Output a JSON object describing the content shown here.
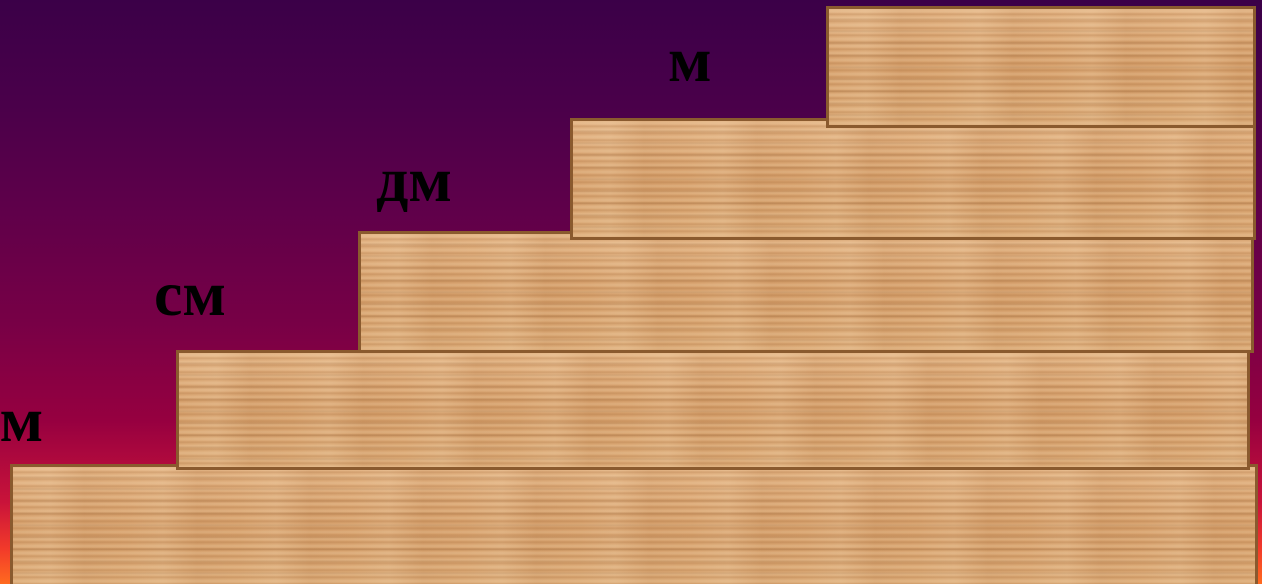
{
  "steps": [
    {
      "unit": "м"
    },
    {
      "unit": "дм"
    },
    {
      "unit": "см"
    },
    {
      "unit": "мм"
    }
  ],
  "colors": {
    "background_top": "#3b0048",
    "background_bottom": "#ff6a1f",
    "plank_wood": "#d9a472",
    "plank_border": "#8a5a2e",
    "label": "#000000"
  }
}
